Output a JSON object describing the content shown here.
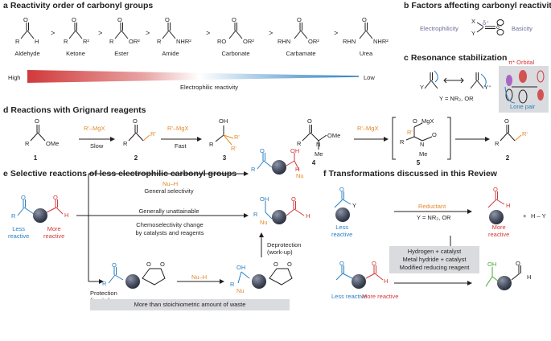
{
  "panel_a": {
    "letter": "a",
    "title": "Reactivity order of carbonyl groups",
    "compounds": [
      "Aldehyde",
      "Ketone",
      "Ester",
      "Amide",
      "Carbonate",
      "Carbamate",
      "Urea"
    ],
    "gt": ">",
    "high": "High",
    "low": "Low",
    "axis_label": "Electrophilic reactivity",
    "atoms": {
      "R": "R",
      "O": "O",
      "H": "H",
      "R2": "R²",
      "OR2": "OR²",
      "NHR2": "NHR²",
      "RO": "RO",
      "RHN": "RHN"
    }
  },
  "panel_b": {
    "letter": "b",
    "title": "Factors affecting carbonyl reactivity",
    "electrophilicity": "Electrophilicity",
    "basicity": "Basicity",
    "x": "X",
    "y": "Y",
    "delta_plus": "δ⁺",
    "delta_minus": "δ⁻"
  },
  "panel_c": {
    "letter": "c",
    "title": "Resonance stabilization",
    "y_def": "Y = NR₂, OR",
    "pi_orbital": "π* Orbital",
    "lone_pair": "Lone pair",
    "y_plus": "Y⁺",
    "y": "Y"
  },
  "panel_d": {
    "letter": "d",
    "title": "Reactions with Grignard reagents",
    "reagent": "R'–MgX",
    "slow": "Slow",
    "fast": "Fast",
    "labels": [
      "1",
      "2",
      "3",
      "4",
      "5",
      "2"
    ],
    "atoms": {
      "R": "R",
      "OMe": "OMe",
      "O": "O",
      "R1": "R'",
      "OH": "OH",
      "N": "N",
      "Me": "Me",
      "MgX": "MgX",
      "O2": "O"
    }
  },
  "panel_e": {
    "letter": "e",
    "title": "Selective reactions of less electrophilic carbonyl groups",
    "nuh": "Nu–H",
    "general_selectivity": "General selectivity",
    "generally_unattainable": "Generally unattainable",
    "chemoselectivity_line1": "Chemoselectivity change",
    "chemoselectivity_line2": "by catalysts and reagents",
    "protection_line1": "Protection",
    "protection_line2": "(in situ)",
    "deprotection_line1": "Deprotection",
    "deprotection_line2": "(work-up)",
    "less_line1": "Less",
    "less_line2": "reactive",
    "more_line1": "More",
    "more_line2": "reactive",
    "waste": "More than stoichiometric amount of waste",
    "atoms": {
      "R": "R",
      "O": "O",
      "H": "H",
      "OH": "OH",
      "Nu": "Nu"
    }
  },
  "panel_f": {
    "letter": "f",
    "title": "Transformations discussed in this Review",
    "reductant": "Reductant",
    "y_def": "Y = NR₂, OR",
    "h_y": "H – Y",
    "plus": "+",
    "less_line1": "Less",
    "less_line2": "reactive",
    "more_line1": "More",
    "more_line2": "reactive",
    "cond_line1": "Hydrogen + catalyst",
    "cond_line2": "Metal hydride + catalyst",
    "cond_line3": "Modified reducing reagent",
    "less_reactive": "Less reactive",
    "more_reactive": "More reactive",
    "atoms": {
      "O": "O",
      "Y": "Y",
      "H": "H",
      "OH": "OH"
    }
  },
  "colors": {
    "high_red": "#d1393a",
    "low_blue": "#2a7fc1",
    "orange": "#e48a2a",
    "green": "#48a832",
    "sphere": "#4d5566",
    "shade": "#d9dbde"
  }
}
